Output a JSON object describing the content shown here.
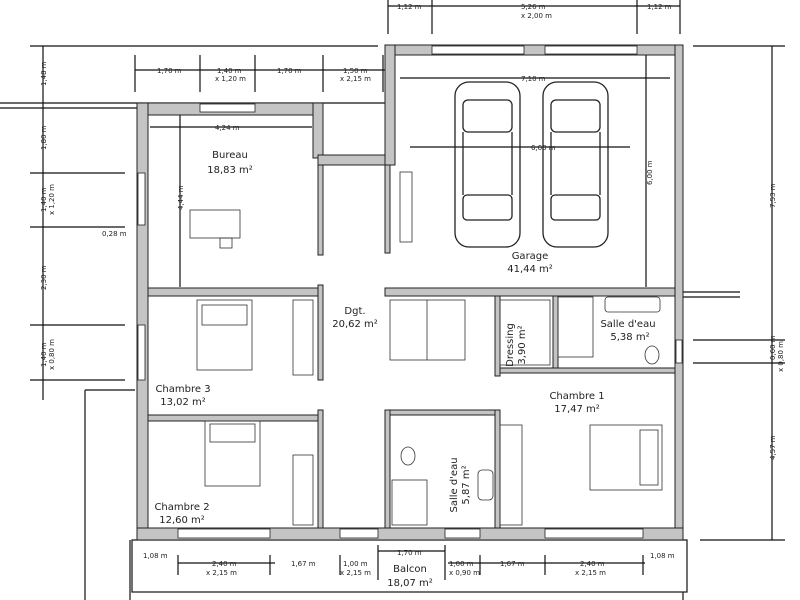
{
  "rooms": {
    "bureau": {
      "name": "Bureau",
      "area": "18,83 m²"
    },
    "garage": {
      "name": "Garage",
      "area": "41,44 m²"
    },
    "dgt": {
      "name": "Dgt.",
      "area": "20,62 m²"
    },
    "dressing": {
      "name": "Dressing",
      "area": "3,90 m²"
    },
    "salle_eau_1": {
      "name": "Salle d'eau",
      "area": "5,38 m²"
    },
    "chambre3": {
      "name": "Chambre 3",
      "area": "13,02 m²"
    },
    "chambre1": {
      "name": "Chambre 1",
      "area": "17,47 m²"
    },
    "chambre2": {
      "name": "Chambre 2",
      "area": "12,60 m²"
    },
    "salle_eau_2": {
      "name": "Salle d'eau",
      "area": "5,87 m²"
    },
    "balcon": {
      "name": "Balcon",
      "area": "18,07 m²"
    }
  },
  "dims": {
    "top_garage": [
      "1,12 m",
      "5,26 m",
      "x 2,00 m",
      "1,12 m"
    ],
    "top_bureau": [
      "1,70 m",
      "1,40 m",
      "x 1,20 m",
      "1,70 m",
      "1,50 m",
      "x 2,15 m"
    ],
    "garage_inner": [
      "7,10 m",
      "6,60 m",
      "6,00 m"
    ],
    "bureau_inner": [
      "4,24 m",
      "4,44 m"
    ],
    "left": [
      "1,48 m",
      "1,80 m",
      "1,40 m",
      "x 1,20 m",
      "0,28 m",
      "2,30 m",
      "1,40 m",
      "x 0,80 m"
    ],
    "right": [
      "7,53 m",
      "0,60 m",
      "x 0,80 m",
      "4,57 m"
    ],
    "bottom": [
      "1,08 m",
      "2,40 m",
      "x 2,15 m",
      "1,67 m",
      "1,00 m",
      "x 2,15 m",
      "1,70 m",
      "1,00 m",
      "x 0,90 m",
      "1,67 m",
      "2,40 m",
      "x 2,15 m",
      "1,08 m"
    ]
  }
}
